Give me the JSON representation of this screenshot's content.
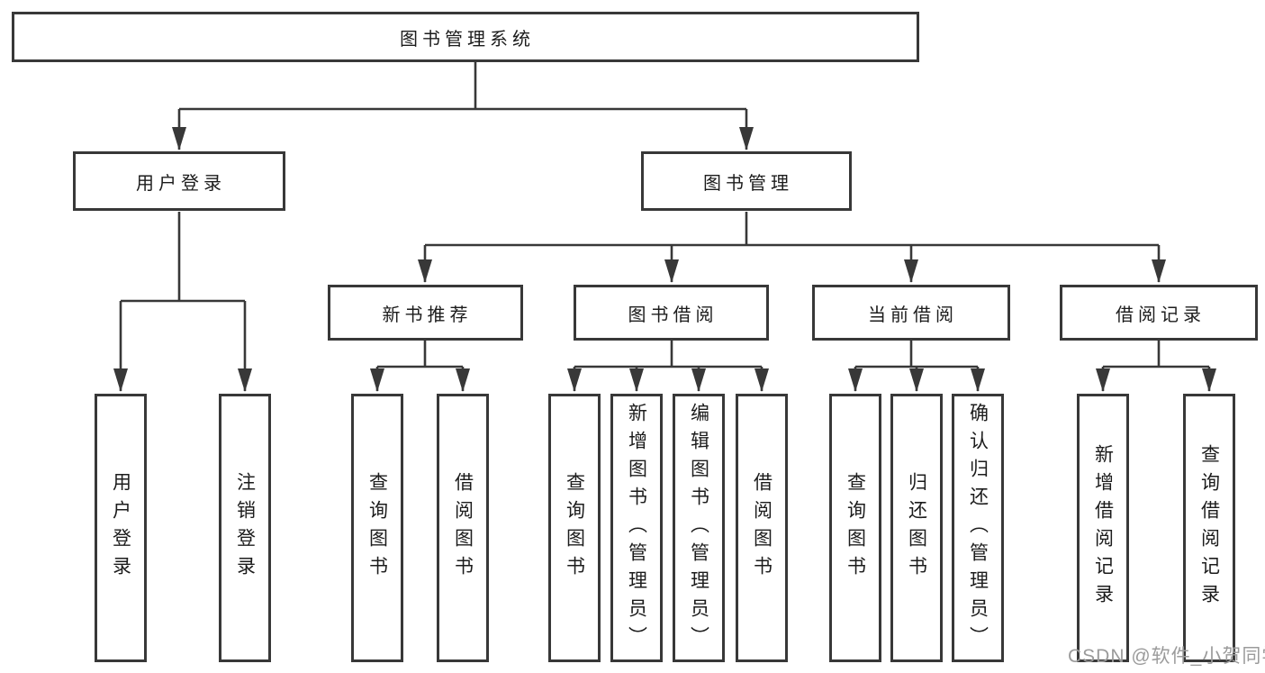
{
  "diagram": {
    "type": "tree",
    "title": "图书管理系统",
    "watermark": "CSDN @软件_小贺同学",
    "colors": {
      "line": "#383838",
      "box_border": "#383838",
      "text": "#1c1c1c",
      "background": "#ffffff",
      "watermark": "#9b9b9b"
    },
    "nodes": {
      "root": {
        "label": "图书管理系统",
        "children": [
          "user_login",
          "book_mgmt"
        ]
      },
      "user_login": {
        "label": "用户登录",
        "children": [
          "leaf_user_login",
          "leaf_logout"
        ]
      },
      "book_mgmt": {
        "label": "图书管理",
        "children": [
          "new_book_rec",
          "book_borrow",
          "current_borrow",
          "borrow_records"
        ]
      },
      "new_book_rec": {
        "label": "新书推荐",
        "children": [
          "leaf_query_books_1",
          "leaf_borrow_books_1"
        ]
      },
      "book_borrow": {
        "label": "图书借阅",
        "children": [
          "leaf_query_books_2",
          "leaf_add_books",
          "leaf_edit_books",
          "leaf_borrow_books_2"
        ]
      },
      "current_borrow": {
        "label": "当前借阅",
        "children": [
          "leaf_query_books_3",
          "leaf_return_books",
          "leaf_confirm_return"
        ]
      },
      "borrow_records": {
        "label": "借阅记录",
        "children": [
          "leaf_add_borrow_record",
          "leaf_query_borrow_record"
        ]
      },
      "leaf_user_login": {
        "label": "用户登录",
        "children": []
      },
      "leaf_logout": {
        "label": "注销登录",
        "children": []
      },
      "leaf_query_books_1": {
        "label": "查询图书",
        "children": []
      },
      "leaf_borrow_books_1": {
        "label": "借阅图书",
        "children": []
      },
      "leaf_query_books_2": {
        "label": "查询图书",
        "children": []
      },
      "leaf_add_books": {
        "label": "新增图书（管理员）",
        "children": []
      },
      "leaf_edit_books": {
        "label": "编辑图书（管理员）",
        "children": []
      },
      "leaf_borrow_books_2": {
        "label": "借阅图书",
        "children": []
      },
      "leaf_query_books_3": {
        "label": "查询图书",
        "children": []
      },
      "leaf_return_books": {
        "label": "归还图书",
        "children": []
      },
      "leaf_confirm_return": {
        "label": "确认归还（管理员）",
        "children": []
      },
      "leaf_add_borrow_record": {
        "label": "新增借阅记录",
        "children": []
      },
      "leaf_query_borrow_record": {
        "label": "查询借阅记录",
        "children": []
      }
    }
  }
}
